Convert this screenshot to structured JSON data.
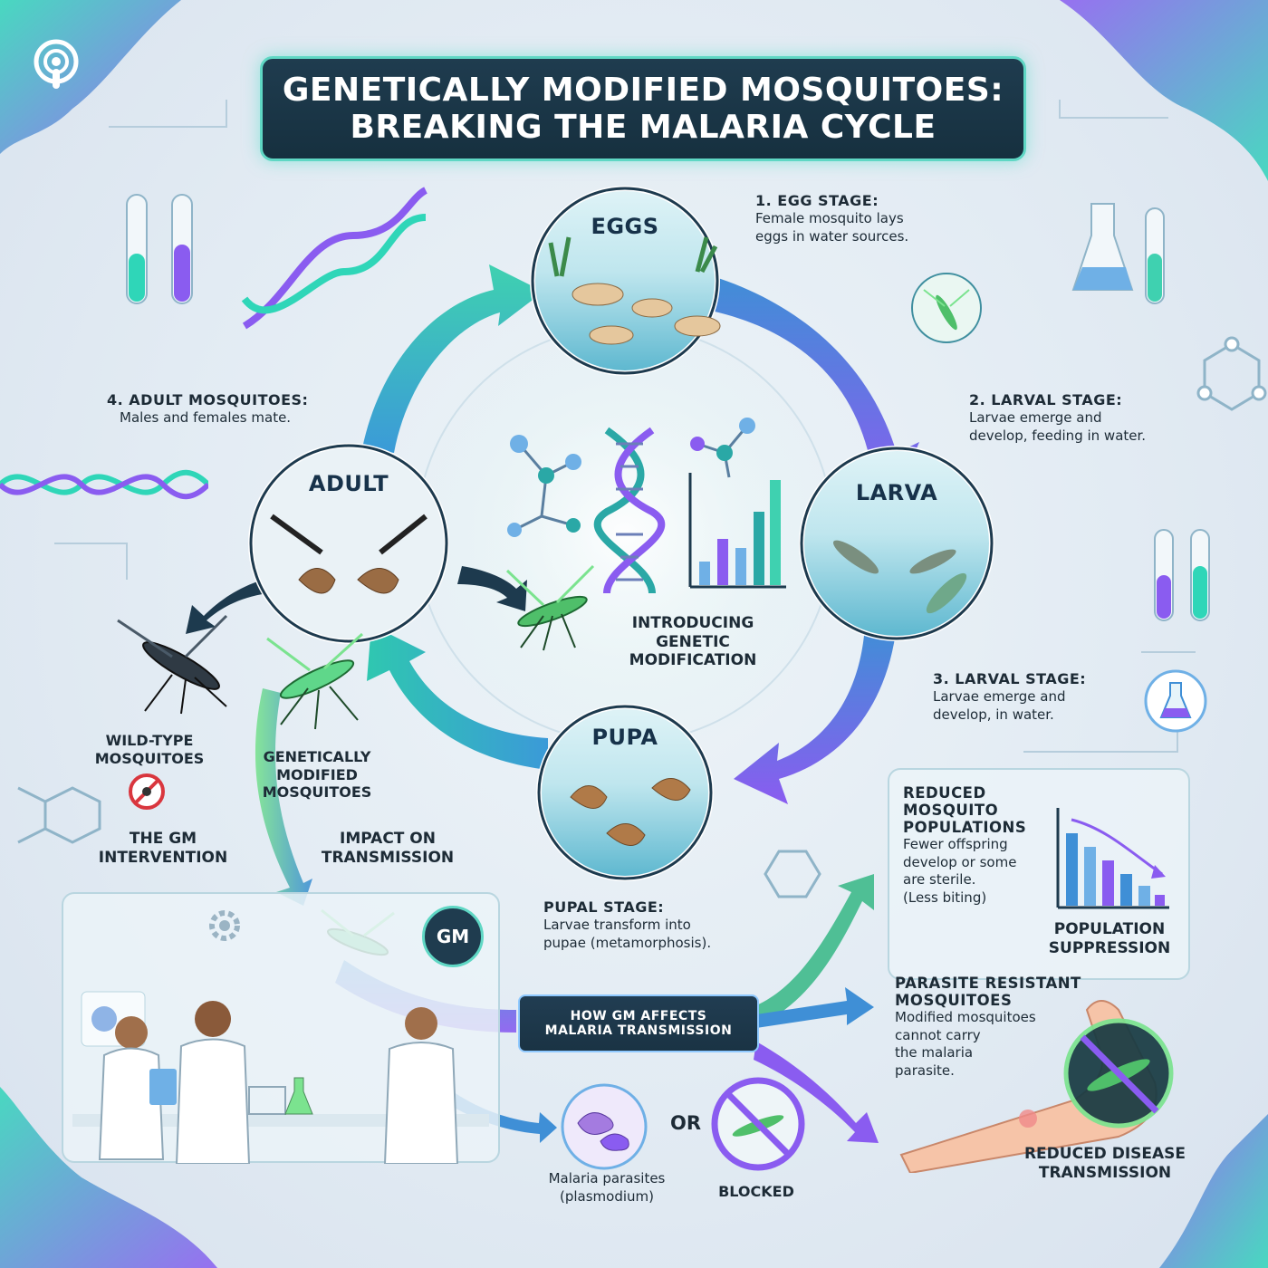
{
  "title": {
    "line1": "GENETICALLY MODIFIED MOSQUITOES:",
    "line2": "BREAKING THE MALARIA CYCLE"
  },
  "cycle": {
    "eggs": "EGGS",
    "larva": "LARVA",
    "pupa": "PUPA",
    "adult": "ADULT"
  },
  "stages": {
    "egg": {
      "heading": "1. EGG STAGE:",
      "line1": "Female mosquito lays",
      "line2": "eggs in water sources."
    },
    "larval1": {
      "heading": "2. LARVAL STAGE:",
      "line1": "Larvae emerge and",
      "line2": "develop, feeding in water."
    },
    "larval2": {
      "heading": "3. LARVAL STAGE:",
      "line1": "Larvae emerge and",
      "line2": "develop, in water."
    },
    "pupal": {
      "heading": "PUPAL STAGE:",
      "line1": "Larvae transform into",
      "line2": "pupae (metamorphosis)."
    },
    "adult": {
      "heading": "4. ADULT MOSQUITOES:",
      "line1": "Males and females mate."
    }
  },
  "center": {
    "line1": "INTRODUCING",
    "line2": "GENETIC",
    "line3": "MODIFICATION"
  },
  "left": {
    "wild_line1": "WILD-TYPE",
    "wild_line2": "MOSQUITOES",
    "gm_line1": "GENETICALLY",
    "gm_line2": "MODIFIED",
    "gm_line3": "MOSQUITOES",
    "intervention_line1": "THE GM",
    "intervention_line2": "INTERVENTION",
    "impact_line1": "IMPACT ON",
    "impact_line2": "TRANSMISSION"
  },
  "gm_badge": "GM",
  "how_box": {
    "line1": "HOW GM AFFECTS",
    "line2": "MALARIA TRANSMISSION"
  },
  "bottom": {
    "parasites_line1": "Malaria parasites",
    "parasites_line2": "(plasmodium)",
    "or": "OR",
    "blocked": "BLOCKED"
  },
  "right": {
    "reduced_line1": "REDUCED MOSQUITO",
    "reduced_line2": "POPULATIONS",
    "reduced_desc1": "Fewer offspring",
    "reduced_desc2": "develop or some",
    "reduced_desc3": "are sterile.",
    "reduced_desc4": "(Less biting)",
    "suppression_line1": "POPULATION",
    "suppression_line2": "SUPPRESSION",
    "resistant_line1": "PARASITE RESISTANT",
    "resistant_line2": "MOSQUITOES",
    "resistant_desc1": "Modified mosquitoes",
    "resistant_desc2": "cannot carry",
    "resistant_desc3": "the malaria",
    "resistant_desc4": "parasite.",
    "disease_line1": "REDUCED DISEASE",
    "disease_line2": "TRANSMISSION"
  },
  "colors": {
    "title_bg": "#1f3c4f",
    "accent_teal": "#5fd7c4",
    "accent_green": "#7be38f",
    "accent_purple": "#8a5cf0",
    "accent_blue": "#3f8fd6",
    "prohibited_red": "#d9363e"
  },
  "icons": [
    "podcast-icon",
    "dna-icon",
    "test-tube-icon",
    "flask-icon",
    "molecule-icon",
    "bar-chart-icon",
    "mosquito-icon",
    "prohibited-icon",
    "gear-icon",
    "scientist-icon"
  ]
}
